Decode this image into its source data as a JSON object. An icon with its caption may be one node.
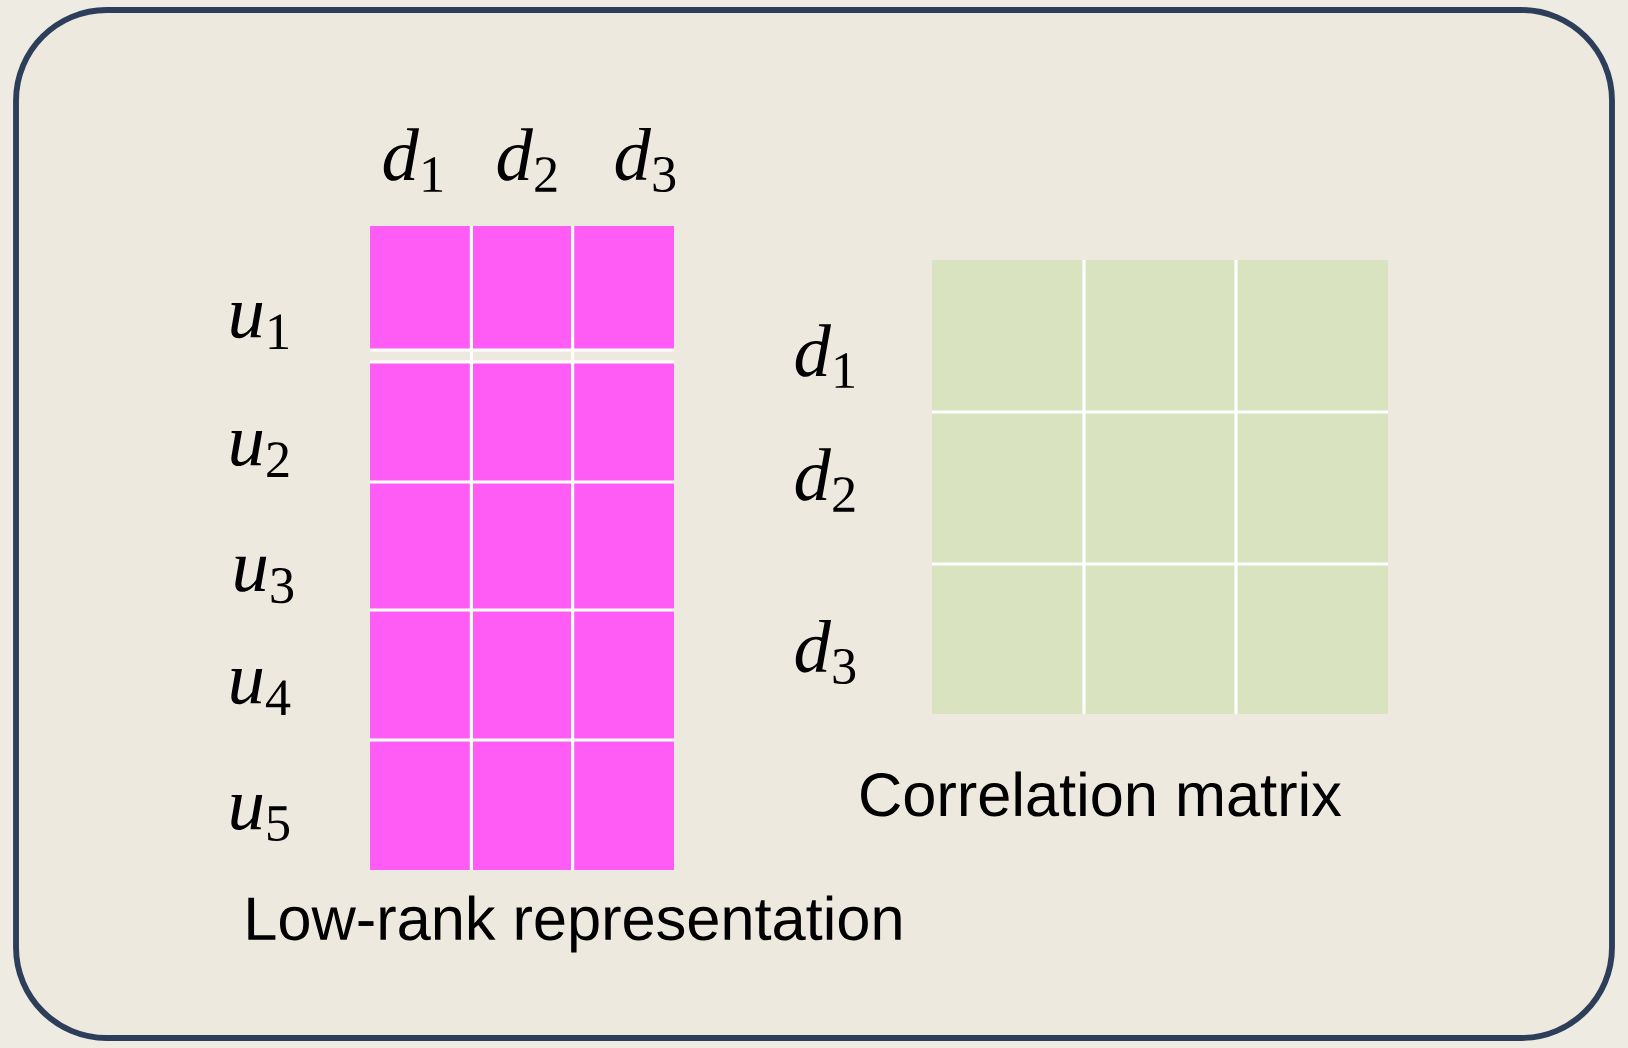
{
  "diagram": {
    "nodes": [
      {
        "text": [
          "Low-rank representation"
        ]
      },
      {
        "text": [
          "Correlation matrix"
        ]
      }
    ],
    "labels": [
      "*d*$_{1}$",
      "*d*$_{2}$",
      "*d*$_{3}$",
      "*u*$_{1}$",
      "*d*$_{1}$",
      "*u*$_{2}$",
      "*d*$_{2}$",
      "*u*$_{3}$",
      "*d*$_{3}$",
      "*u*$_{4}$",
      "*u*$_{5}$"
    ]
  }
}
